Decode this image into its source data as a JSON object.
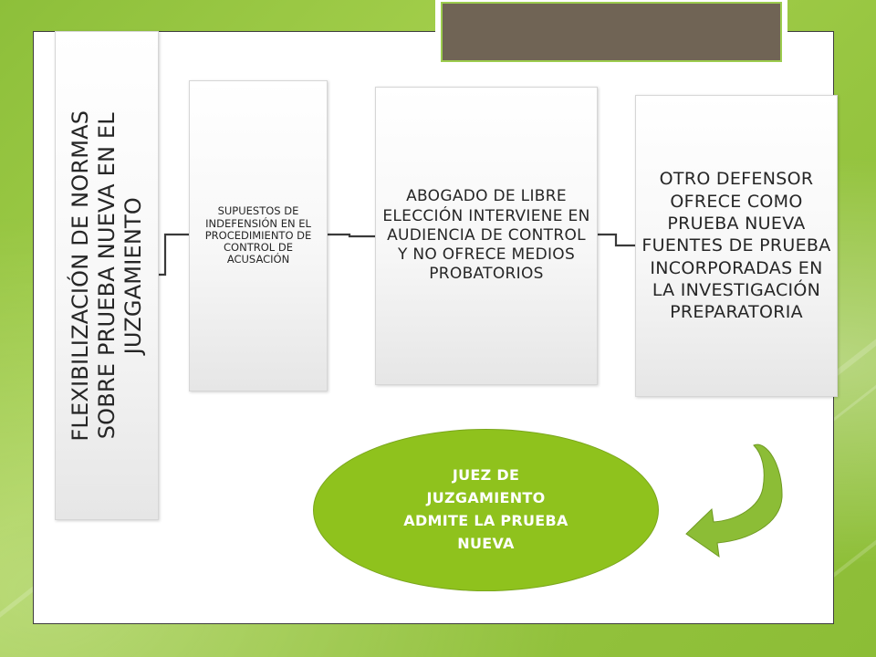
{
  "diagram": {
    "main_label": "FLEXIBILIZACIÓN DE NORMAS SOBRE PRUEBA NUEVA EN EL JUZGAMIENTO",
    "main_label_lines": [
      "FLEXIBILIZACIÓN DE NORMAS",
      "SOBRE PRUEBA NUEVA EN EL",
      "JUZGAMIENTO"
    ],
    "boxes": [
      {
        "text": "SUPUESTOS DE INDEFENSIÓN EN EL PROCEDIMIENTO DE CONTROL DE ACUSACIÓN"
      },
      {
        "text": "ABOGADO DE LIBRE ELECCIÓN INTERVIENE EN AUDIENCIA DE CONTROL Y NO OFRECE MEDIOS PROBATORIOS"
      },
      {
        "text": "OTRO DEFENSOR OFRECE COMO PRUEBA NUEVA FUENTES DE PRUEBA INCORPORADAS EN LA INVESTIGACIÓN PREPARATORIA"
      }
    ],
    "result": "JUEZ DE JUZGAMIENTO ADMITE LA PRUEBA NUEVA"
  },
  "colors": {
    "background_green": "#9ccc4e",
    "title_box": "#706455",
    "oval_fill": "#8fc21d",
    "arrow_green": "#8cbd36"
  }
}
